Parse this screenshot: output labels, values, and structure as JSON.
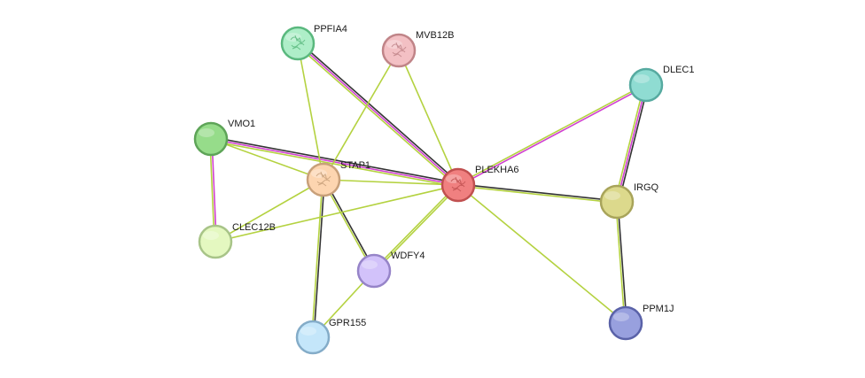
{
  "network": {
    "nodes": [
      {
        "id": "PLEKHA6",
        "label": "PLEKHA6",
        "color": "#f08080",
        "stroke": "#c05050",
        "structure": true
      },
      {
        "id": "STAP1",
        "label": "STAP1",
        "color": "#fdd5b0",
        "stroke": "#c8a07a",
        "structure": true
      },
      {
        "id": "PPFIA4",
        "label": "PPFIA4",
        "color": "#aeeec8",
        "stroke": "#5ab87e",
        "structure": true
      },
      {
        "id": "MVB12B",
        "label": "MVB12B",
        "color": "#f3c0c4",
        "stroke": "#c08488",
        "structure": true
      },
      {
        "id": "DLEC1",
        "label": "DLEC1",
        "color": "#8fdcd2",
        "stroke": "#56aaa0",
        "structure": false
      },
      {
        "id": "VMO1",
        "label": "VMO1",
        "color": "#96dc8a",
        "stroke": "#5ea458",
        "structure": false
      },
      {
        "id": "IRGQ",
        "label": "IRGQ",
        "color": "#dcd98c",
        "stroke": "#a8a45a",
        "structure": false
      },
      {
        "id": "CLEC12B",
        "label": "CLEC12B",
        "color": "#e4f8c0",
        "stroke": "#a8c488",
        "structure": false
      },
      {
        "id": "WDFY4",
        "label": "WDFY4",
        "color": "#d2c2fa",
        "stroke": "#9684c8",
        "structure": false
      },
      {
        "id": "GPR155",
        "label": "GPR155",
        "color": "#c4e6fa",
        "stroke": "#84acc8",
        "structure": false
      },
      {
        "id": "PPM1J",
        "label": "PPM1J",
        "color": "#98a0de",
        "stroke": "#5a62a8",
        "structure": false
      }
    ],
    "edges": [
      {
        "source": "PPFIA4",
        "target": "PLEKHA6",
        "kinds": [
          "black",
          "pink",
          "lime"
        ]
      },
      {
        "source": "VMO1",
        "target": "PLEKHA6",
        "kinds": [
          "black",
          "pink",
          "lime"
        ]
      },
      {
        "source": "DLEC1",
        "target": "PLEKHA6",
        "kinds": [
          "pink",
          "lime"
        ]
      },
      {
        "source": "DLEC1",
        "target": "IRGQ",
        "kinds": [
          "black",
          "pink",
          "lime"
        ]
      },
      {
        "source": "VMO1",
        "target": "CLEC12B",
        "kinds": [
          "pink",
          "lime"
        ]
      },
      {
        "source": "STAP1",
        "target": "GPR155",
        "kinds": [
          "black",
          "lime"
        ]
      },
      {
        "source": "STAP1",
        "target": "WDFY4",
        "kinds": [
          "black",
          "lime"
        ]
      },
      {
        "source": "PLEKHA6",
        "target": "IRGQ",
        "kinds": [
          "black",
          "lime"
        ]
      },
      {
        "source": "IRGQ",
        "target": "PPM1J",
        "kinds": [
          "black",
          "lime"
        ]
      },
      {
        "source": "PLEKHA6",
        "target": "WDFY4",
        "kinds": [
          "lime",
          "lime"
        ]
      },
      {
        "source": "PPFIA4",
        "target": "STAP1",
        "kinds": [
          "lime"
        ]
      },
      {
        "source": "MVB12B",
        "target": "STAP1",
        "kinds": [
          "lime"
        ]
      },
      {
        "source": "MVB12B",
        "target": "PLEKHA6",
        "kinds": [
          "lime"
        ]
      },
      {
        "source": "VMO1",
        "target": "STAP1",
        "kinds": [
          "lime"
        ]
      },
      {
        "source": "STAP1",
        "target": "PLEKHA6",
        "kinds": [
          "lime"
        ]
      },
      {
        "source": "STAP1",
        "target": "CLEC12B",
        "kinds": [
          "lime"
        ]
      },
      {
        "source": "CLEC12B",
        "target": "PLEKHA6",
        "kinds": [
          "lime"
        ]
      },
      {
        "source": "WDFY4",
        "target": "GPR155",
        "kinds": [
          "lime"
        ]
      },
      {
        "source": "PLEKHA6",
        "target": "PPM1J",
        "kinds": [
          "lime"
        ]
      }
    ],
    "edge_colors": {
      "black": "#333333",
      "pink": "#d040d0",
      "lime": "#b4d240"
    }
  }
}
